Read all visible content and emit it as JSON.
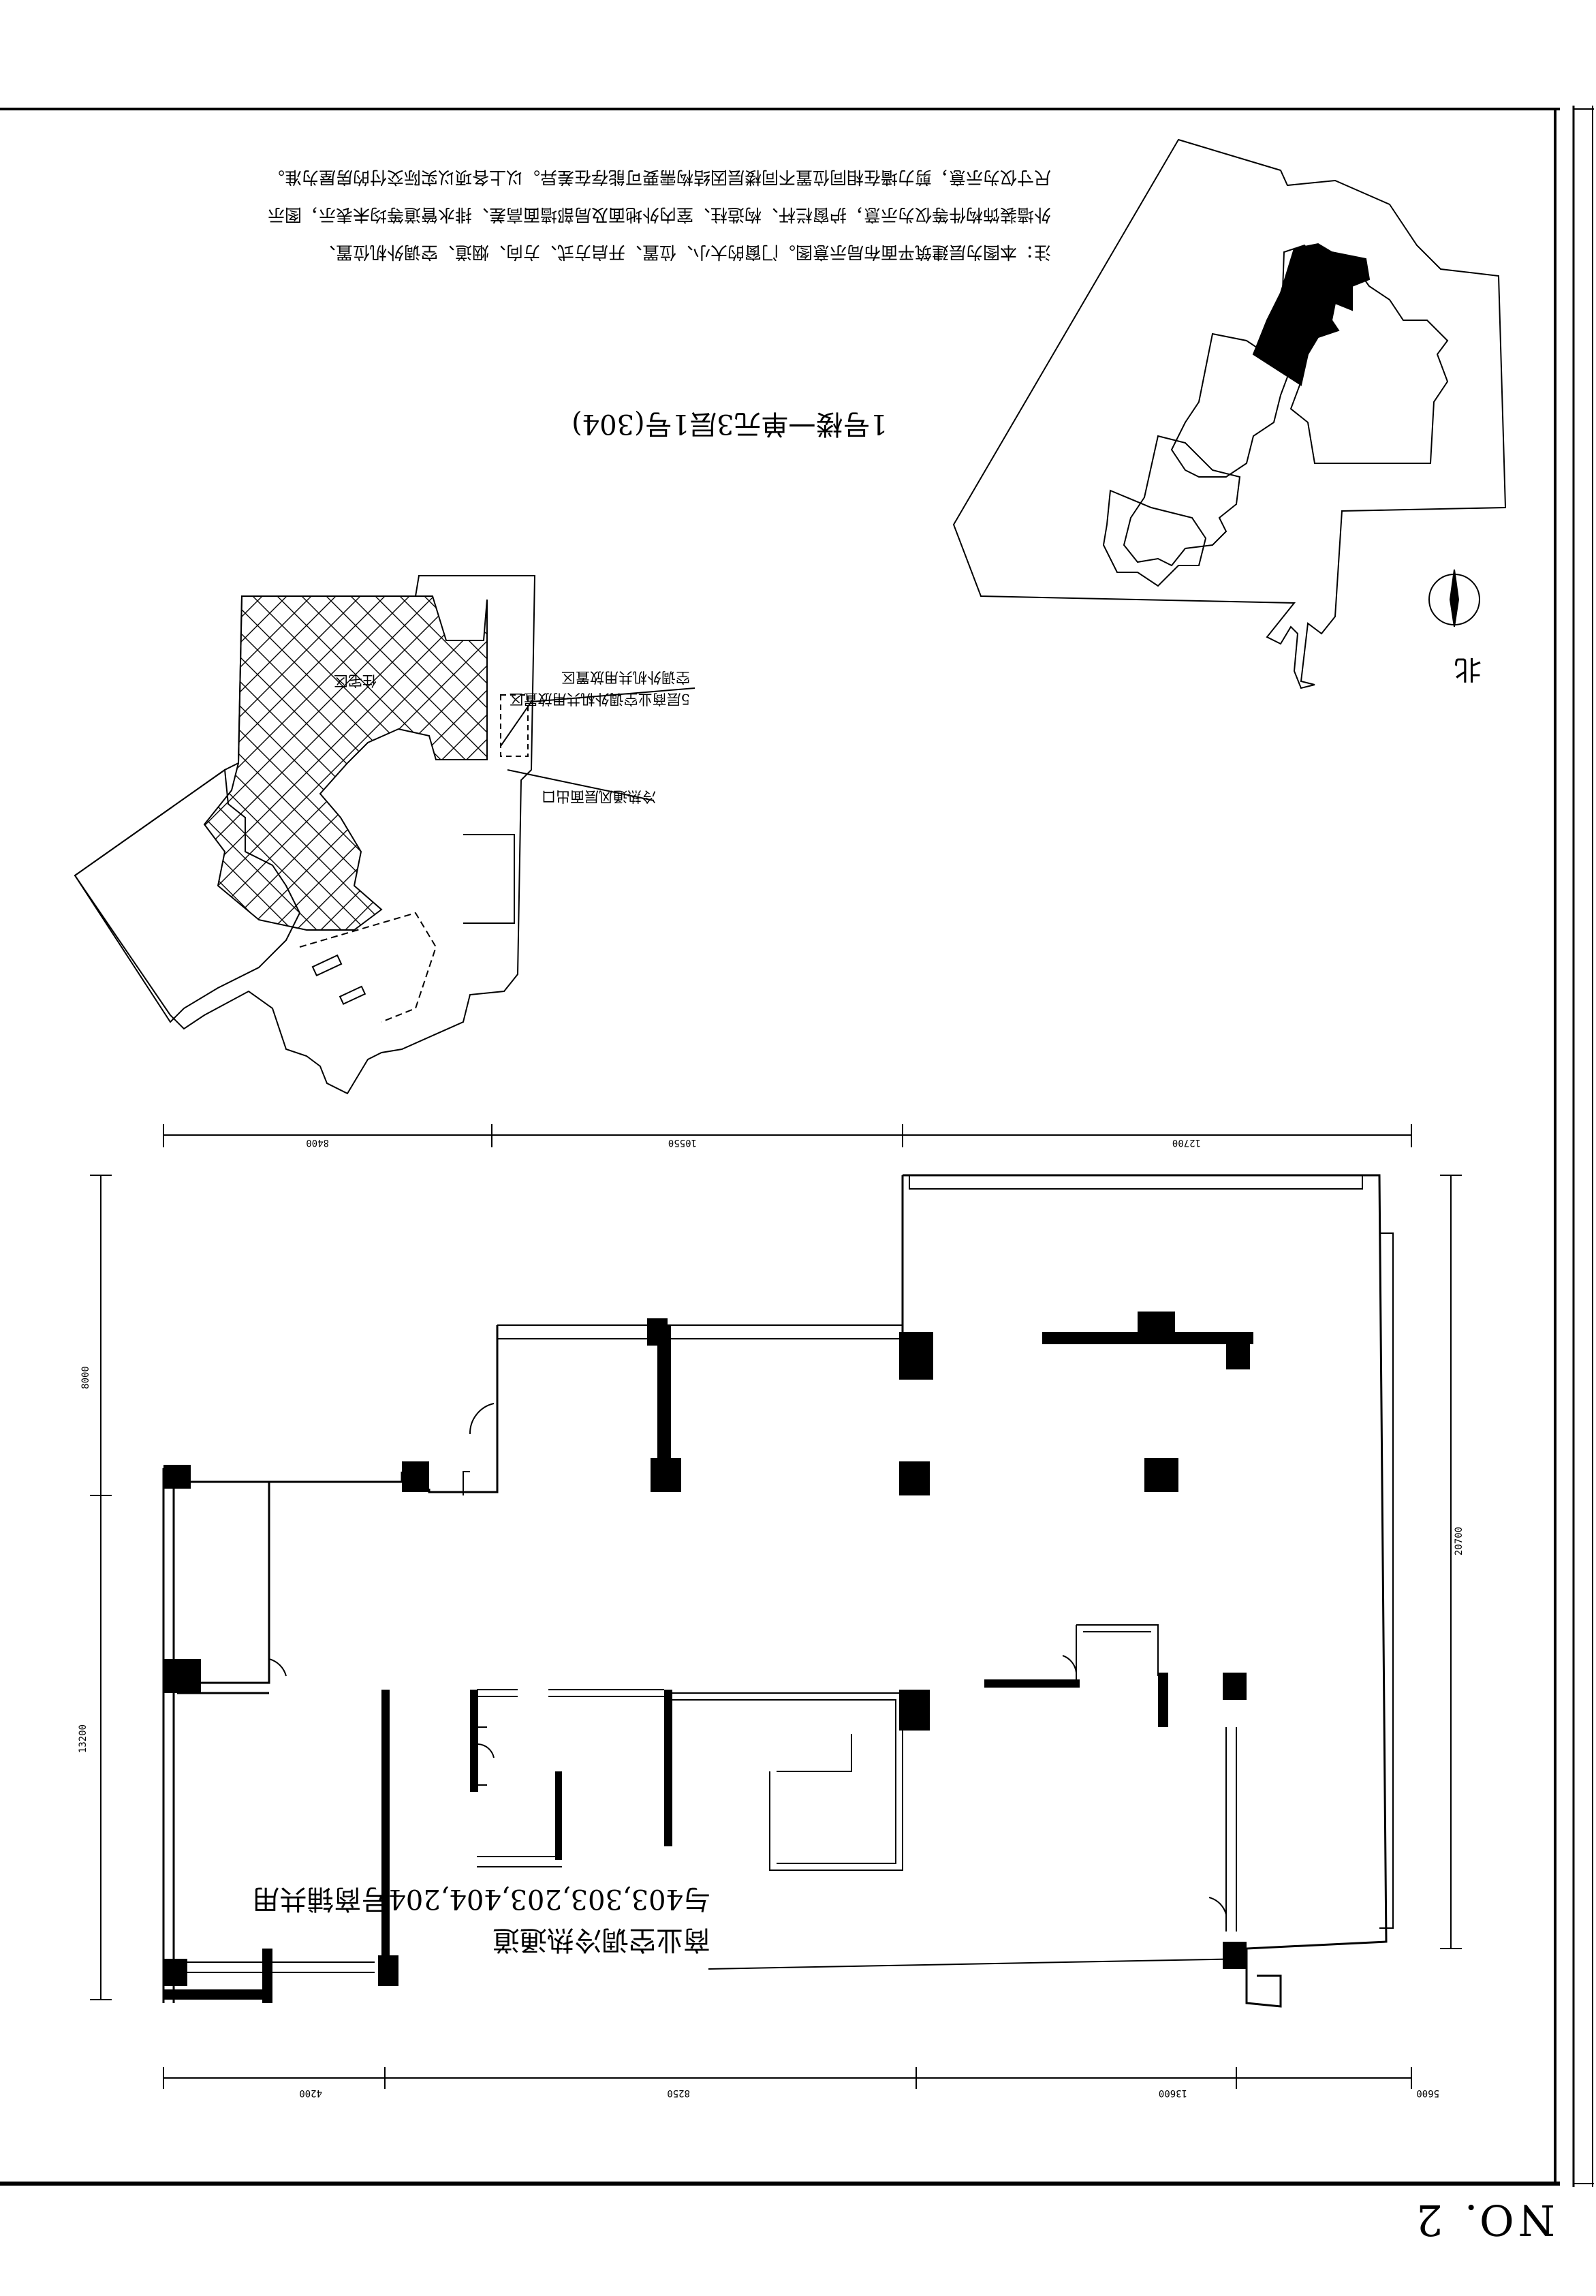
{
  "sheet": {
    "number": "NO. 2",
    "title": "1号楼一单元3层1号(304)",
    "north_label": "北"
  },
  "notes": [
    "注：本图为层建筑平面布局示意图。门窗的大小、位置、开启方式、方向、烟道、空调外机位置、",
    "外墙装饰构件等仅为示意，护窗栏杆、构造柱、室内外地面及局部墙面高差、排水管道等均未表示，图示",
    "尺寸仅为示意，剪力墙在相同位置不同楼层因结构需要可能存在差异。以上各项以实际交付的房屋为准。"
  ],
  "keyplan": {
    "labels": {
      "commercial_area": "住宅区",
      "ac_zone": "5层商业空调外机共用放置区",
      "ac_zone_line2": "空调外机共用放置区",
      "hvac_outlet": "冷热通风层面出口"
    }
  },
  "plan": {
    "annotations": {
      "line1": "商业空调冷热通道",
      "line2": "与403,303,203,404,204号商铺共用"
    },
    "dims_top": [
      "5600",
      "13600",
      "8250",
      "4200"
    ],
    "dims_left": [
      "13200",
      "8000"
    ],
    "dims_right": [
      "20700"
    ],
    "dims_bottom": [
      "12700",
      "10550",
      "8400"
    ]
  }
}
